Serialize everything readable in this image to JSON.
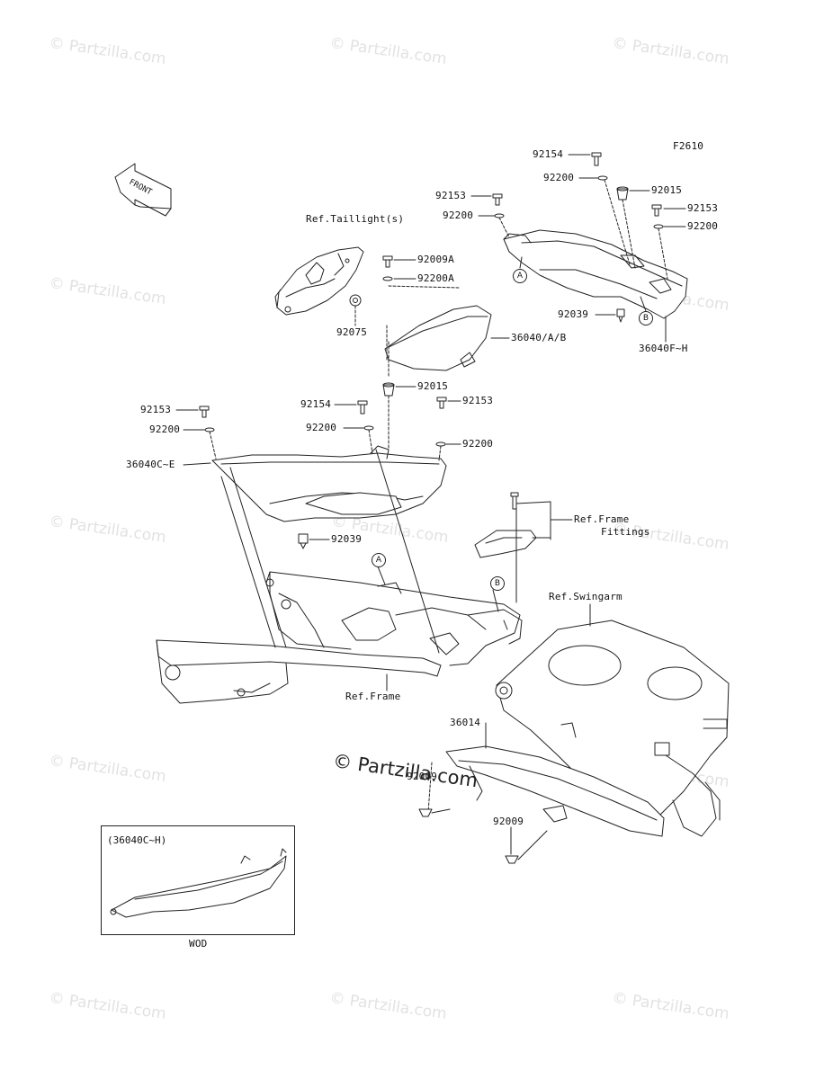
{
  "diagram_code": "F2610",
  "front_label": "FRONT",
  "watermark_text": "© Partzilla.com",
  "center_watermark": "© Partzilla.com",
  "callouts": {
    "a": "A",
    "b": "B"
  },
  "labels": {
    "p92154_top": "92154",
    "p92200_top": "92200",
    "p92015_top": "92015",
    "p92153_tr": "92153",
    "p92200_tr": "92200",
    "p92153_ml": "92153",
    "p92200_ml": "92200",
    "ref_taillight": "Ref.Taillight(s)",
    "p92009a": "92009A",
    "p92200a": "92200A",
    "p92075": "92075",
    "p36040ab": "36040/A/B",
    "p92039_r": "92039",
    "p36040fh": "36040F~H",
    "p92153_l": "92153",
    "p92200_l": "92200",
    "p36040ce": "36040C~E",
    "p92154_m": "92154",
    "p92015_m": "92015",
    "p92200_m": "92200",
    "p92153_m": "92153",
    "p92200_m2": "92200",
    "p92039_m": "92039",
    "ref_frame_fittings_1": "Ref.Frame",
    "ref_frame_fittings_2": "Fittings",
    "ref_swingarm": "Ref.Swingarm",
    "ref_frame": "Ref.Frame",
    "p36014": "36014",
    "p92009_a": "92009",
    "p92009_b": "92009",
    "inset_title": "(36040C~H)",
    "inset_caption": "WOD"
  },
  "colors": {
    "line": "#222222",
    "watermark": "#e2e2e2",
    "background": "#ffffff"
  }
}
